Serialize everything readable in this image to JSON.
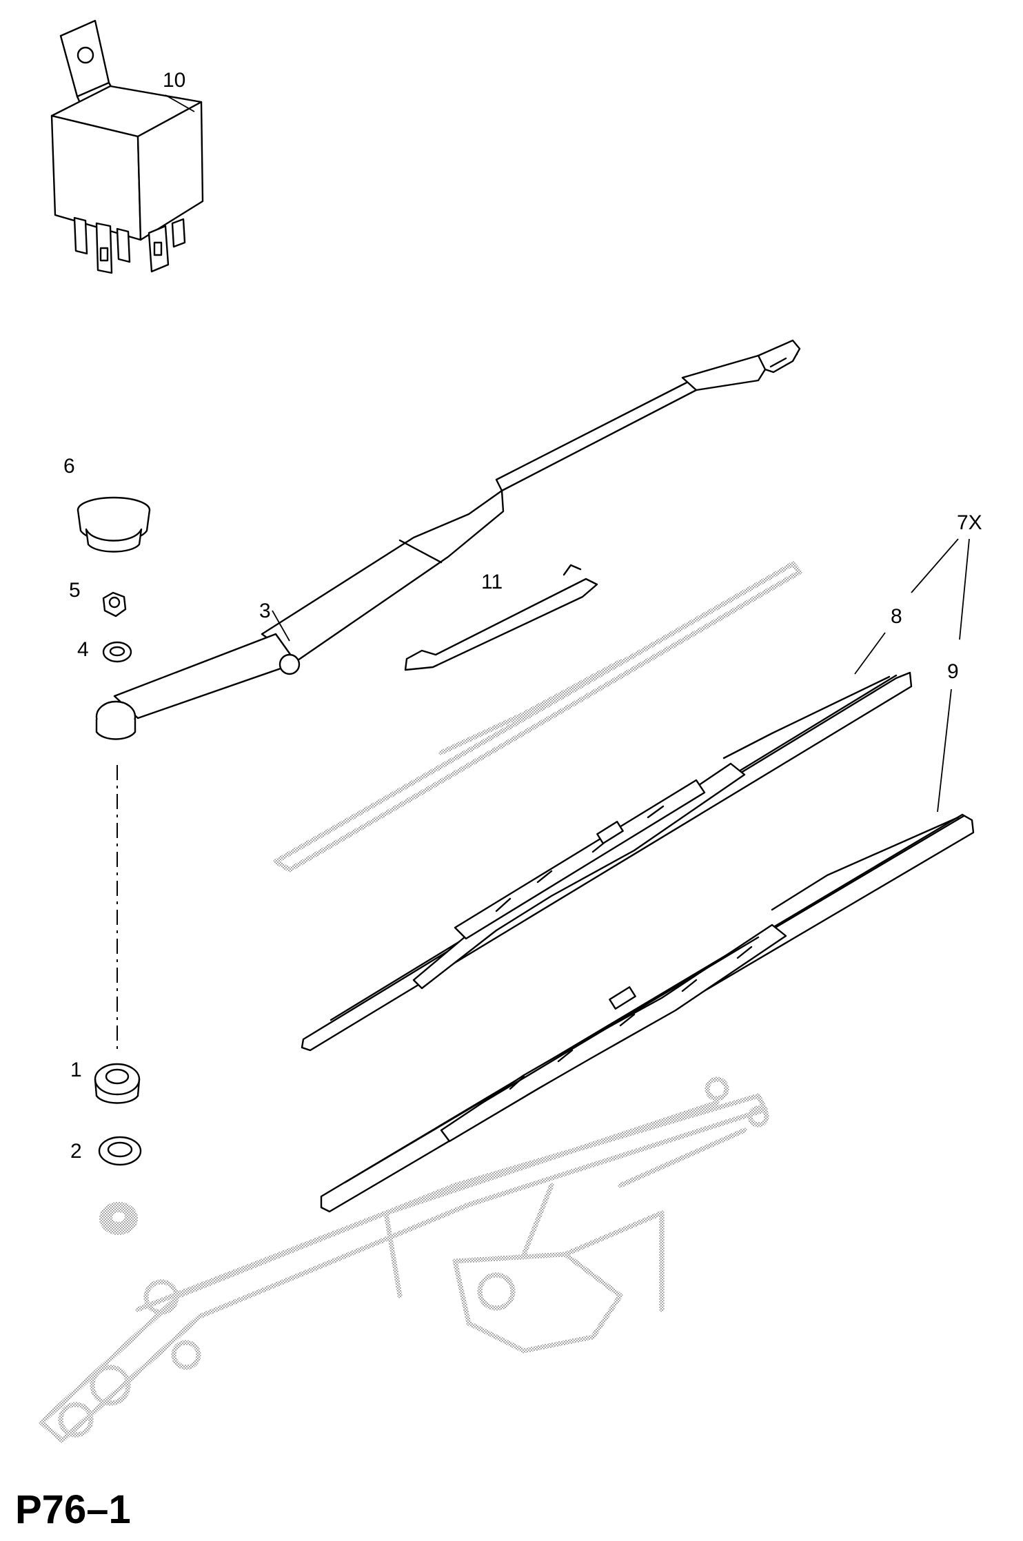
{
  "diagram": {
    "code": "P76–1",
    "callouts": {
      "c1": "1",
      "c2": "2",
      "c3": "3",
      "c4": "4",
      "c5": "5",
      "c6": "6",
      "c7x": "7X",
      "c8": "8",
      "c9": "9",
      "c10": "10",
      "c11": "11"
    }
  }
}
